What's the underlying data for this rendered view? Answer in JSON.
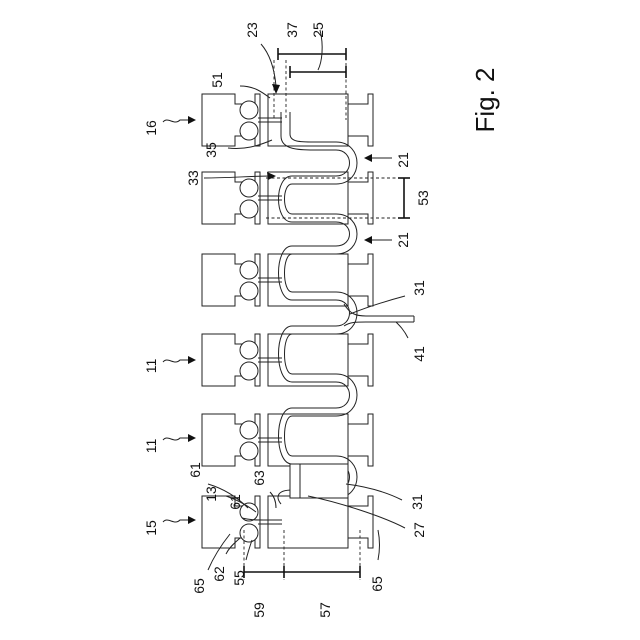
{
  "figure": {
    "caption": "Fig. 2",
    "labels": {
      "l16": "16",
      "l11a": "11",
      "l11b": "11",
      "l15": "15",
      "l23": "23",
      "l37": "37",
      "l25": "25",
      "l51": "51",
      "l35": "35",
      "l21a": "21",
      "l33": "33",
      "l53": "53",
      "l21b": "21",
      "l31a": "31",
      "l41": "41",
      "l31b": "31",
      "l27": "27",
      "l61a": "61",
      "l13": "13",
      "l61b": "61",
      "l63": "63",
      "l65a": "65",
      "l62": "62",
      "l55": "55",
      "l59": "59",
      "l57": "57",
      "l65b": "65"
    }
  }
}
